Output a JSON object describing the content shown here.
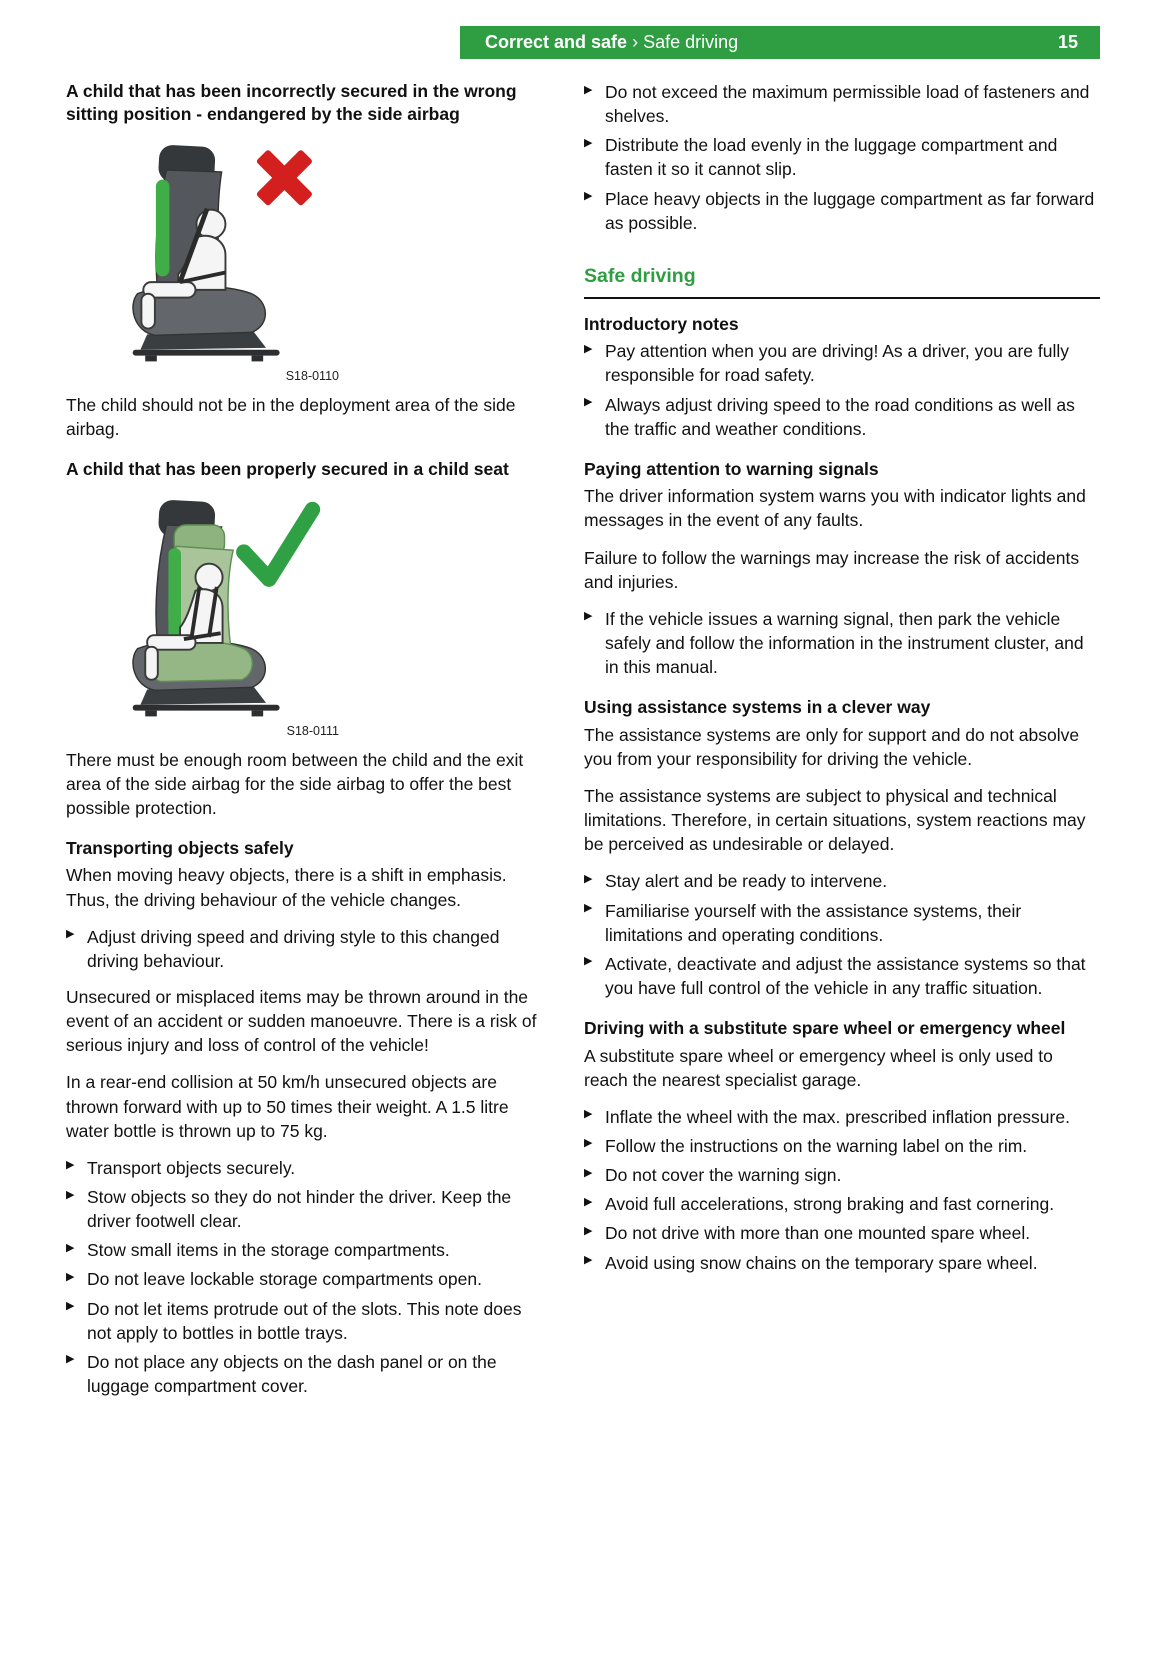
{
  "accent": "#2f9e43",
  "header": {
    "section_bold": "Correct and safe",
    "separator": "›",
    "section_rest": "Safe driving",
    "page_number": "15"
  },
  "left_column": {
    "heading_incorrect": "A child that has been incorrectly secured in the wrong sitting position - endangered by the side airbag",
    "figure1_caption": "S18-0110",
    "para_deployment": "The child should not be in the deployment area of the side airbag.",
    "heading_correct": "A child that has been properly secured in a child seat",
    "figure2_caption": "S18-0111",
    "para_room": "There must be enough room between the child and the exit area of the side airbag for the side airbag to offer the best possible protection.",
    "heading_transport": "Transporting objects safely",
    "para_moving": "When moving heavy objects, there is a shift in emphasis. Thus, the driving behaviour of the vehicle changes.",
    "bullet_adjust": "Adjust driving speed and driving style to this changed driving behaviour.",
    "para_unsecured": "Unsecured or misplaced items may be thrown around in the event of an accident or sudden manoeuvre. There is a risk of serious injury and loss of control of the vehicle!",
    "para_collision": "In a rear-end collision at 50 km/h unsecured objects are thrown forward with up to 50 times their weight. A 1.5 litre water bottle is thrown up to 75 kg.",
    "bullets": [
      "Transport objects securely.",
      "Stow objects so they do not hinder the driver. Keep the driver footwell clear.",
      "Stow small items in the storage compartments.",
      "Do not leave lockable storage compartments open.",
      "Do not let items protrude out of the slots. This note does not apply to bottles in bottle trays.",
      "Do not place any objects on the dash panel or on the luggage compartment cover."
    ]
  },
  "right_column": {
    "bullets_load": [
      "Do not exceed the maximum permissible load of fasteners and shelves.",
      "Distribute the load evenly in the luggage compartment and fasten it so it cannot slip.",
      "Place heavy objects in the luggage compartment as far forward as possible."
    ],
    "section_title": "Safe driving",
    "heading_intro": "Introductory notes",
    "bullets_intro": [
      "Pay attention when you are driving! As a driver, you are fully responsible for road safety.",
      "Always adjust driving speed to the road conditions as well as the traffic and weather conditions."
    ],
    "heading_warning": "Paying attention to warning signals",
    "para_warning1": "The driver information system warns you with indicator lights and messages in the event of any faults.",
    "para_warning2": "Failure to follow the warnings may increase the risk of accidents and injuries.",
    "bullet_warning": "If the vehicle issues a warning signal, then park the vehicle safely and follow the information in the instrument cluster, and in this manual.",
    "heading_assist": "Using assistance systems in a clever way",
    "para_assist1": "The assistance systems are only for support and do not absolve you from your responsibility for driving the vehicle.",
    "para_assist2": "The assistance systems are subject to physical and technical limitations. Therefore, in certain situations, system reactions may be perceived as undesirable or delayed.",
    "bullets_assist": [
      "Stay alert and be ready to intervene.",
      "Familiarise yourself with the assistance systems, their limitations and operating conditions.",
      "Activate, deactivate and adjust the assistance systems so that you have full control of the vehicle in any traffic situation."
    ],
    "heading_spare": "Driving with a substitute spare wheel or emergency wheel",
    "para_spare": "A substitute spare wheel or emergency wheel is only used to reach the nearest specialist garage.",
    "bullets_spare": [
      "Inflate the wheel with the max. prescribed inflation pressure.",
      "Follow the instructions on the warning label on the rim.",
      "Do not cover the warning sign.",
      "Avoid full accelerations, strong braking and fast cornering.",
      "Do not drive with more than one mounted spare wheel.",
      "Avoid using snow chains on the temporary spare wheel."
    ]
  }
}
